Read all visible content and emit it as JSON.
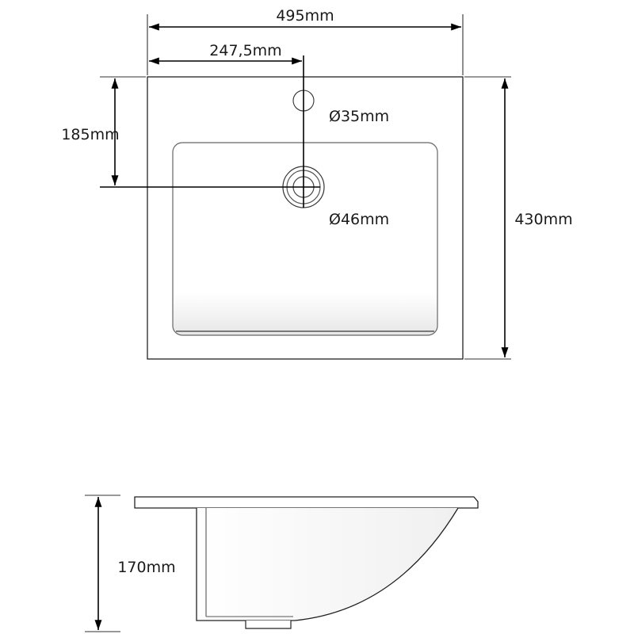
{
  "top_view": {
    "width_label": "495mm",
    "center_offset_label": "247,5mm",
    "faucet_offset_label": "185mm",
    "tap_hole_label": "Ø35mm",
    "drain_label": "Ø46mm",
    "depth_label": "430mm"
  },
  "side_view": {
    "height_label": "170mm"
  },
  "colors": {
    "line": "#000000",
    "background": "#ffffff"
  }
}
